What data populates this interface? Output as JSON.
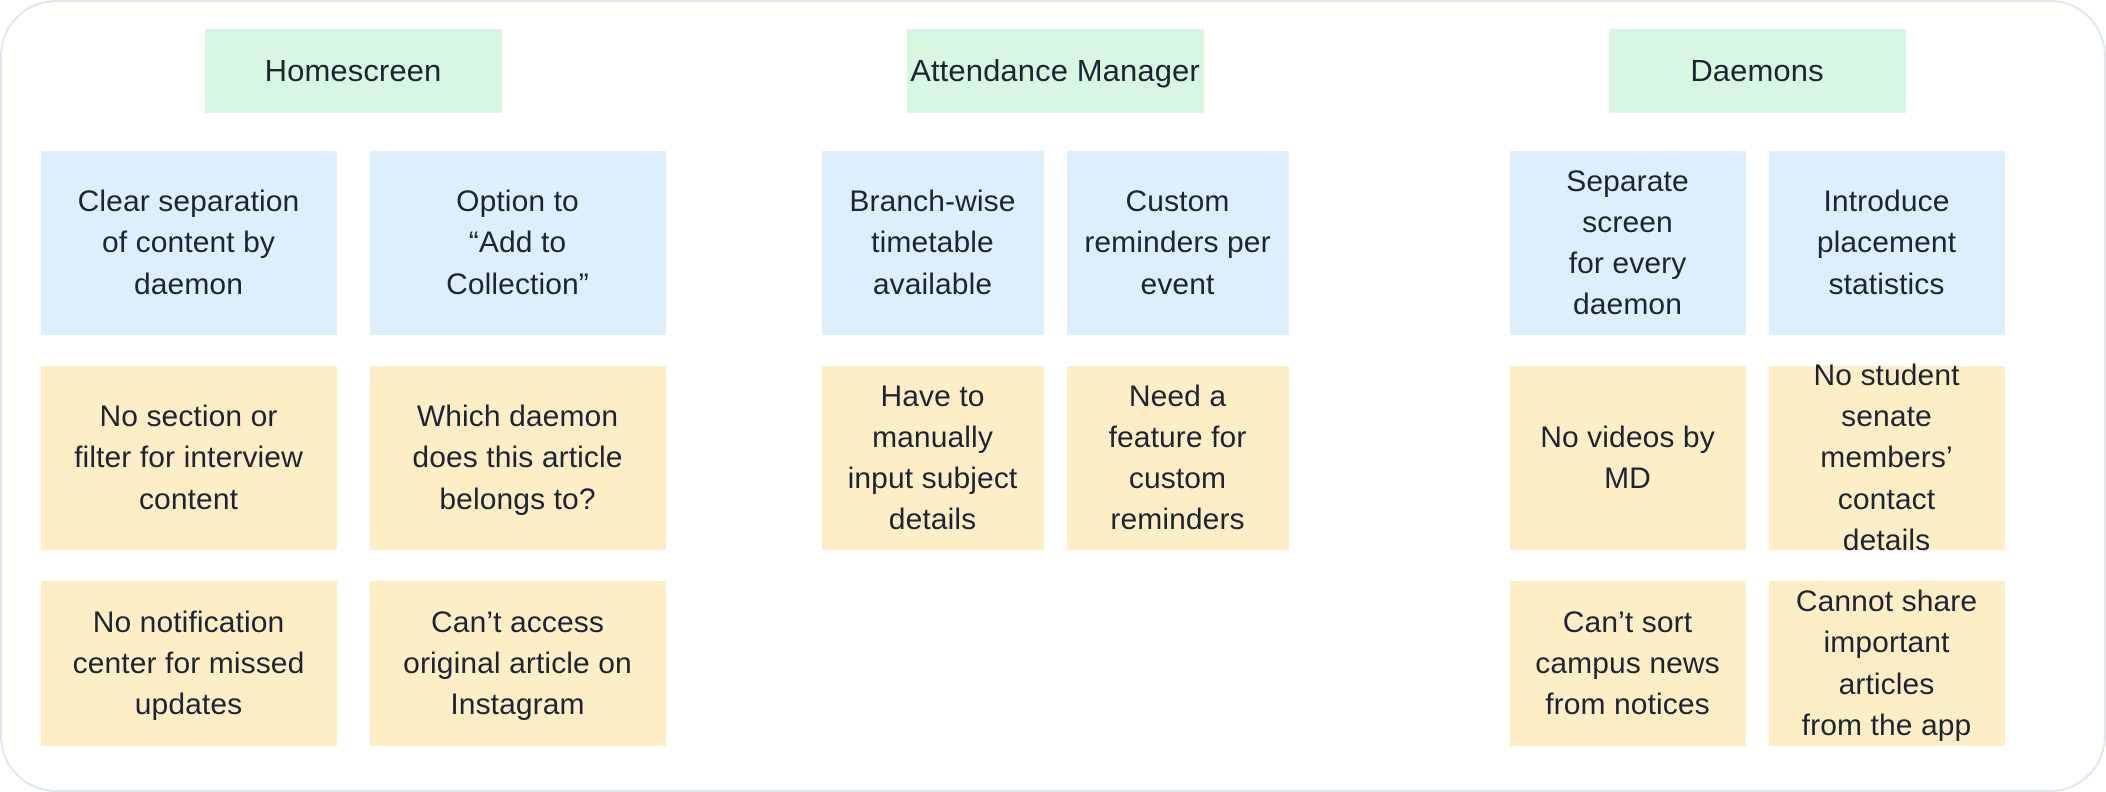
{
  "board": {
    "title": "Feature and pain point affinity board",
    "background": "#ffffff",
    "border_color": "#dbe7f3"
  },
  "legend": {
    "positive_color": "#ddeffc",
    "painpoint_color": "#fdeec6",
    "header_color": "#d8f7e3",
    "text_color": "#1d2433"
  },
  "columns": [
    {
      "id": "homescreen",
      "header": "Homescreen",
      "rows": [
        [
          {
            "type": "positive",
            "text": "Clear separation\nof content by\ndaemon"
          },
          {
            "type": "positive",
            "text": "Option to\n“Add to\nCollection”"
          }
        ],
        [
          {
            "type": "painpoint",
            "text": "No section or\nfilter for interview\ncontent"
          },
          {
            "type": "painpoint",
            "text": "Which daemon\ndoes this article\nbelongs to?"
          }
        ],
        [
          {
            "type": "painpoint",
            "text": "No notification\ncenter for missed\nupdates"
          },
          {
            "type": "painpoint",
            "text": "Can’t access\noriginal article on\nInstagram"
          }
        ]
      ]
    },
    {
      "id": "attendance-manager",
      "header": "Attendance Manager",
      "rows": [
        [
          {
            "type": "positive",
            "text": "Branch-wise\ntimetable\navailable"
          },
          {
            "type": "positive",
            "text": "Custom\nreminders per\nevent"
          }
        ],
        [
          {
            "type": "painpoint",
            "text": "Have to manually\ninput subject\ndetails"
          },
          {
            "type": "painpoint",
            "text": "Need a feature for\ncustom reminders"
          }
        ],
        [
          {
            "type": "empty",
            "text": ""
          },
          {
            "type": "empty",
            "text": ""
          }
        ]
      ]
    },
    {
      "id": "daemons",
      "header": "Daemons",
      "rows": [
        [
          {
            "type": "positive",
            "text": "Separate screen\nfor every daemon"
          },
          {
            "type": "positive",
            "text": "Introduce\nplacement\nstatistics"
          }
        ],
        [
          {
            "type": "painpoint",
            "text": "No videos by MD"
          },
          {
            "type": "painpoint",
            "text": "No student senate\nmembers’ contact\ndetails"
          }
        ],
        [
          {
            "type": "painpoint",
            "text": "Can’t sort\ncampus news\nfrom notices"
          },
          {
            "type": "painpoint",
            "text": "Cannot share\nimportant articles\nfrom the app"
          }
        ]
      ]
    }
  ]
}
